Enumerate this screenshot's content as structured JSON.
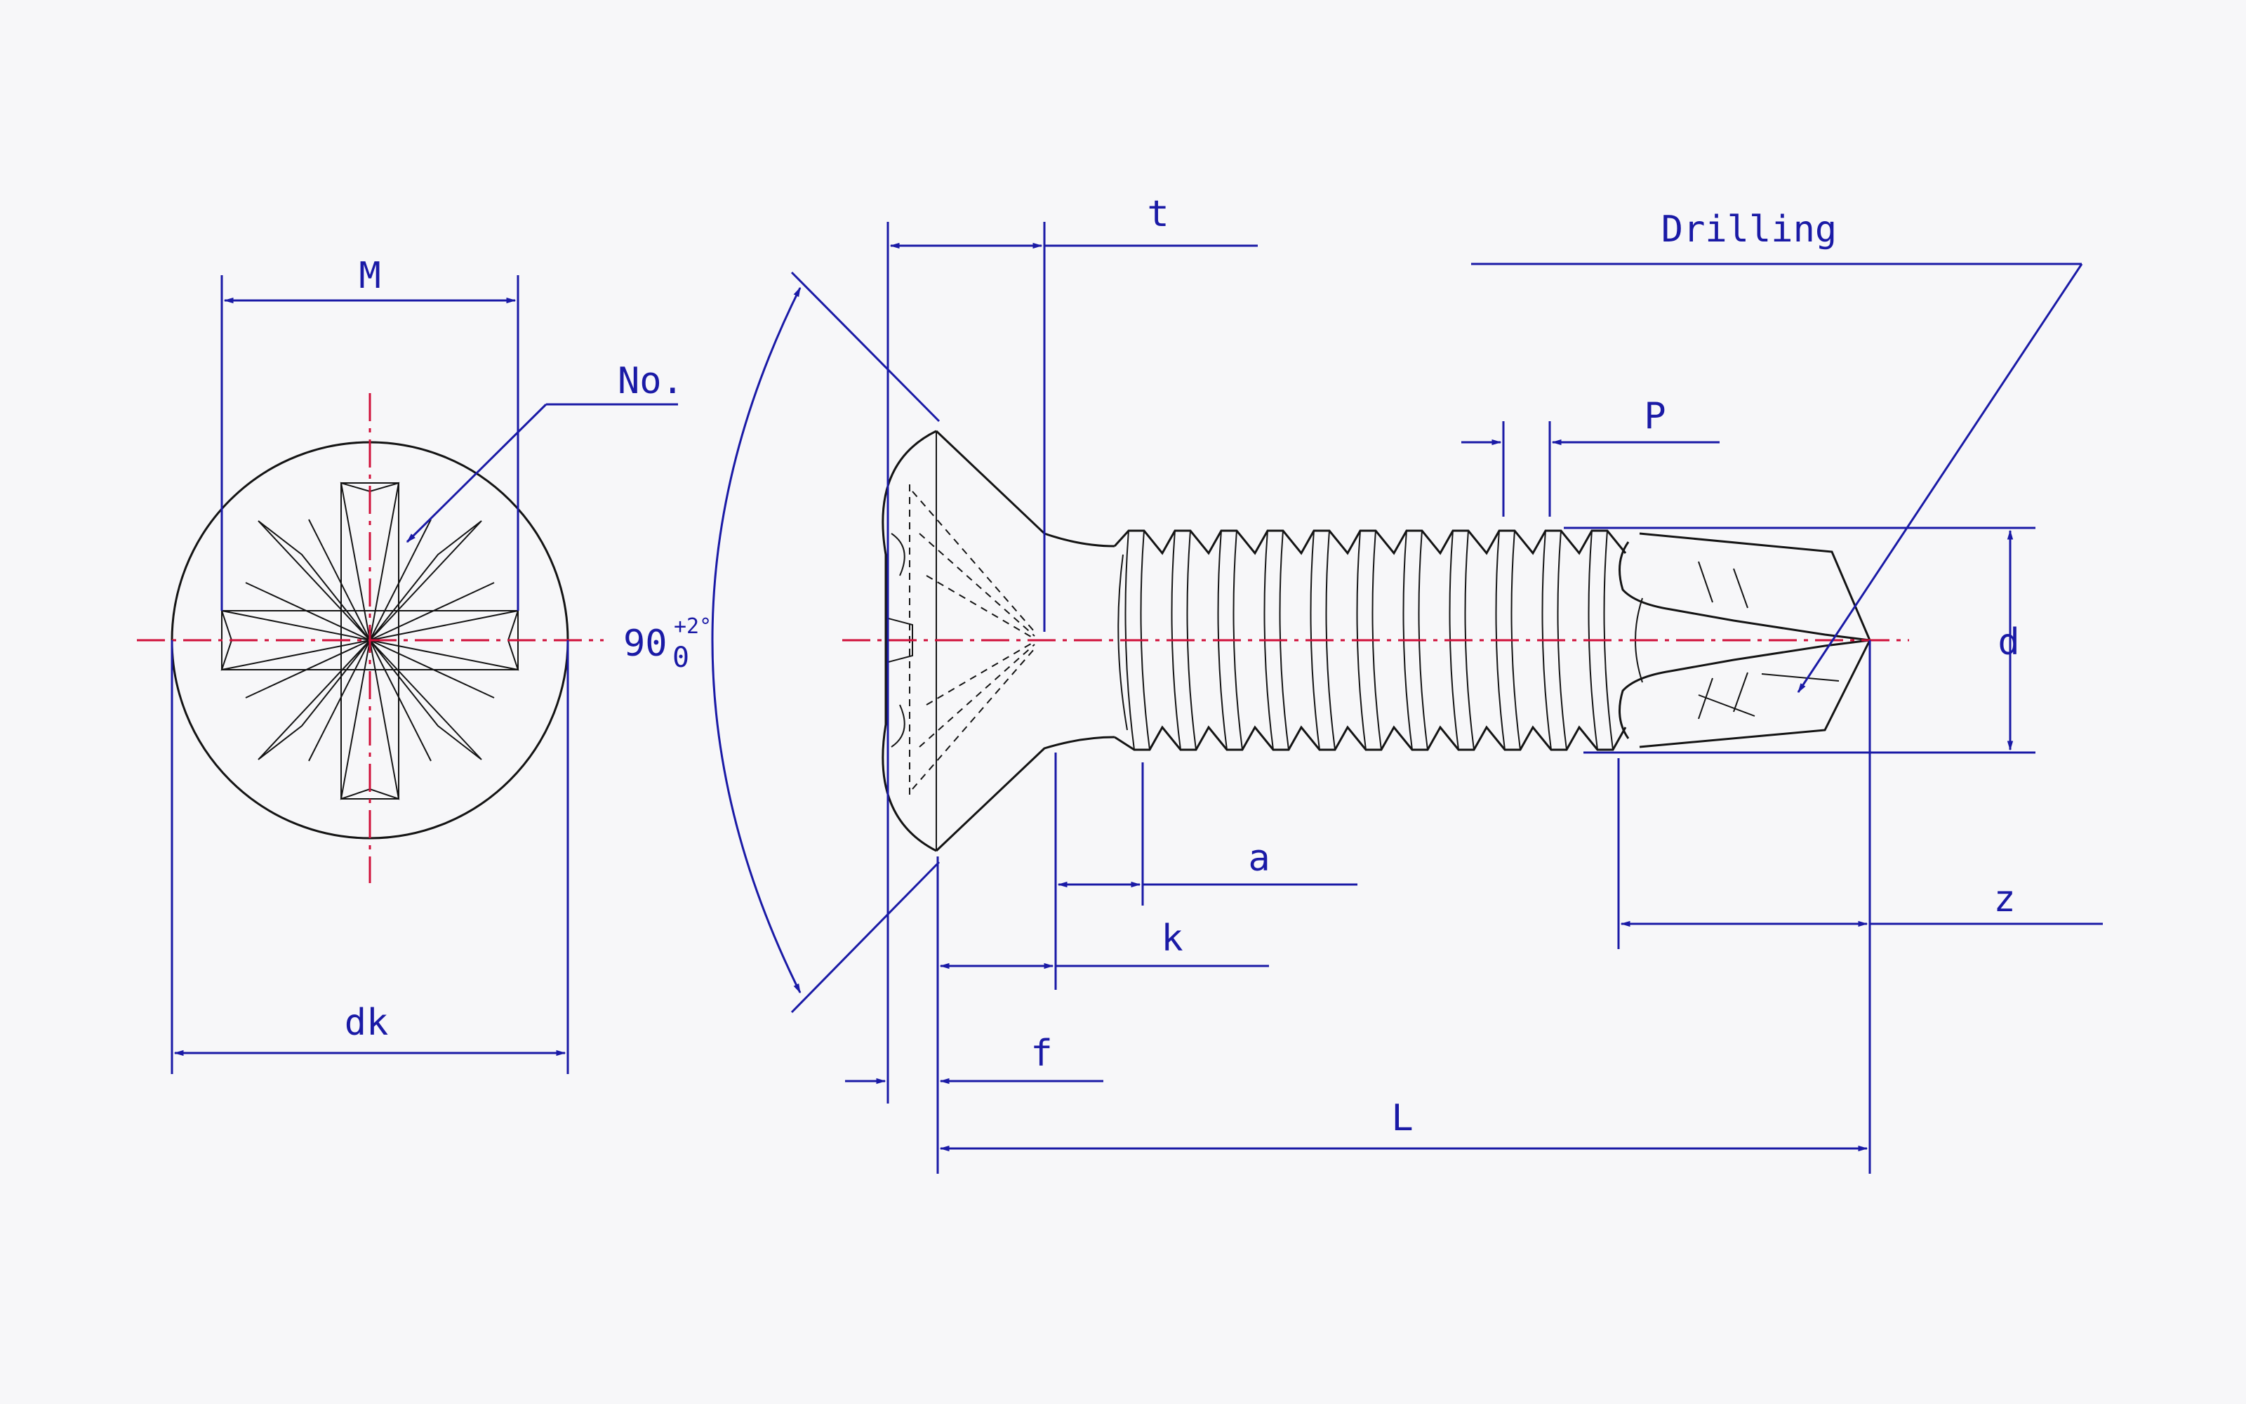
{
  "labels": {
    "M": "M",
    "No": "No.",
    "dk": "dk",
    "angle_value": "90",
    "angle_tol_plus": "+2°",
    "angle_tol_minus": "0",
    "t": "t",
    "drilling": "Drilling",
    "P": "P",
    "d": "d",
    "a": "a",
    "k": "k",
    "z": "z",
    "f": "f",
    "L": "L"
  },
  "colors": {
    "dimension": "#1a1aa6",
    "part": "#141414",
    "centerline": "#d0103a",
    "background": "#f7f7f9"
  }
}
